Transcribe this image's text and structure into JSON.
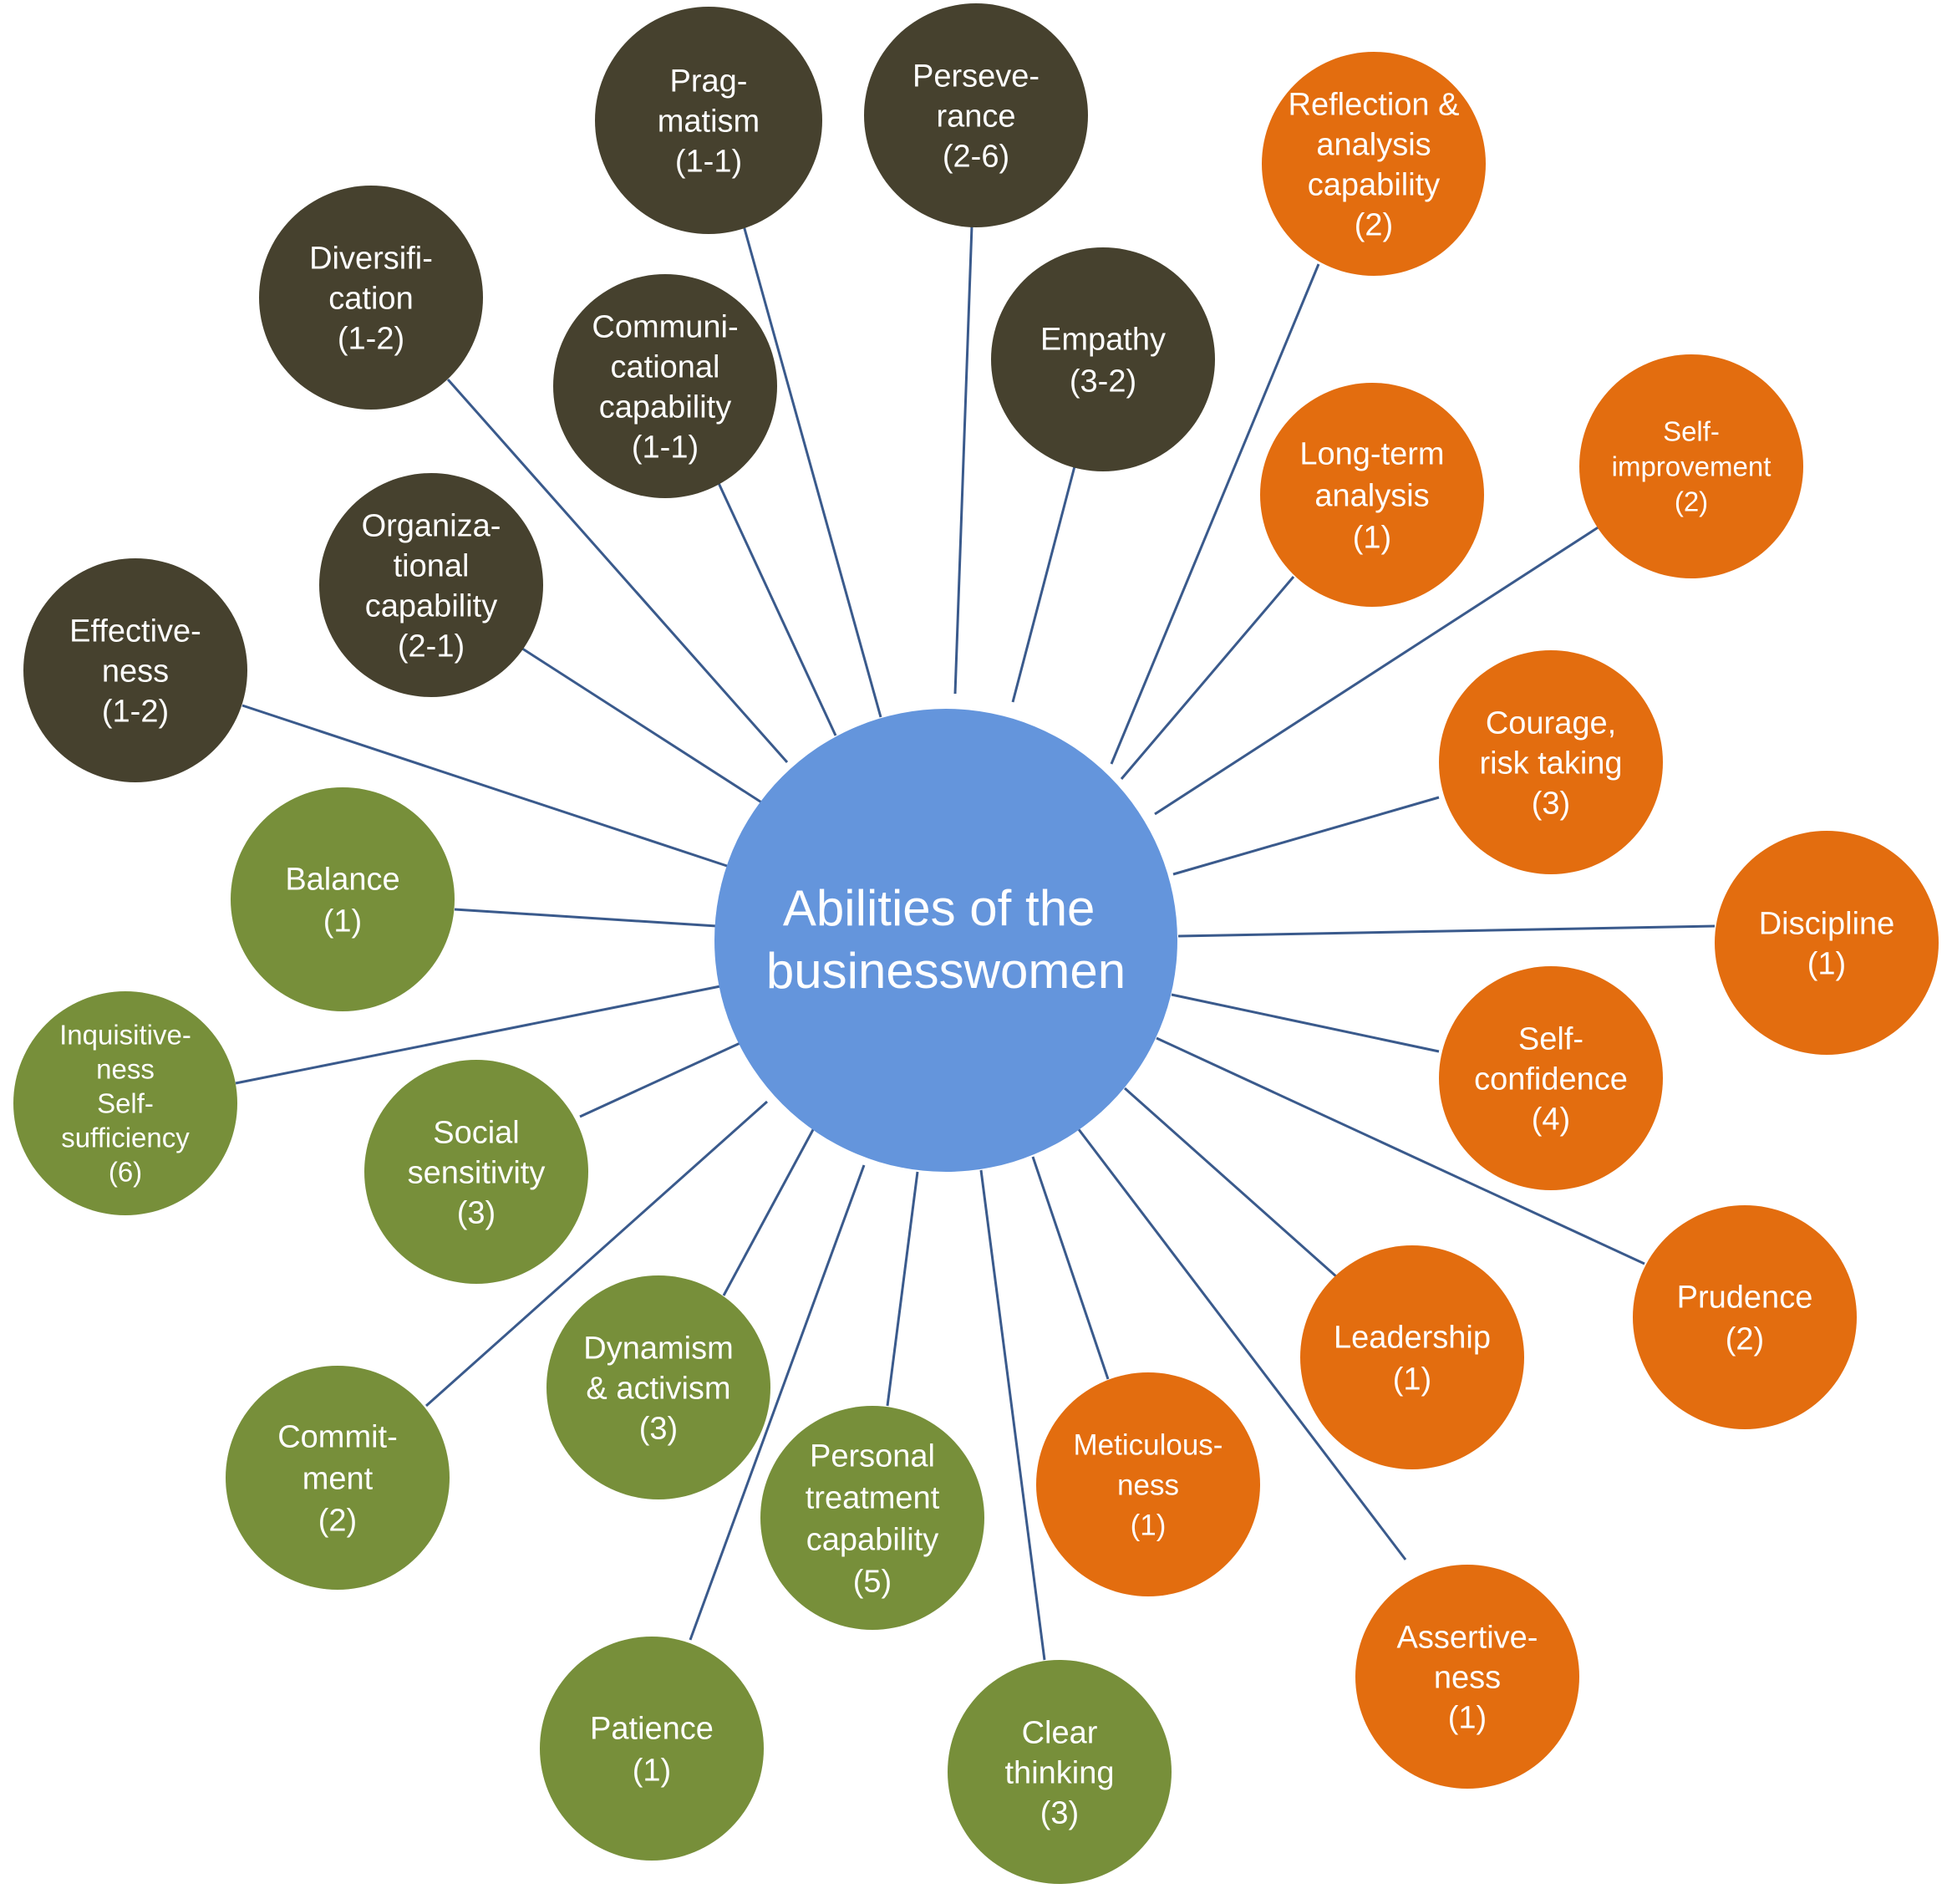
{
  "colors": {
    "center": "#6495dc",
    "dark": "#46412e",
    "orange": "#e36d0f",
    "green": "#778f3a",
    "line": "#3a5a8c"
  },
  "center": {
    "lines": [
      "Abilities of the",
      "businesswomen"
    ]
  },
  "nodes": [
    {
      "id": "pragmatism",
      "group": "dark",
      "lines": [
        "Prag-",
        "matism",
        "(1-1)"
      ]
    },
    {
      "id": "perseverance",
      "group": "dark",
      "lines": [
        "Perseve-",
        "rance",
        "(2-6)"
      ]
    },
    {
      "id": "diversification",
      "group": "dark",
      "lines": [
        "Diversifi-",
        "cation",
        "(1-2)"
      ]
    },
    {
      "id": "communicational-capability",
      "group": "dark",
      "lines": [
        "Communi-",
        "cational",
        "capability",
        "(1-1)"
      ]
    },
    {
      "id": "empathy",
      "group": "dark",
      "lines": [
        "Empathy",
        "(3-2)"
      ]
    },
    {
      "id": "organizational-capability",
      "group": "dark",
      "lines": [
        "Organiza-",
        "tional",
        "capability",
        "(2-1)"
      ]
    },
    {
      "id": "effectiveness",
      "group": "dark",
      "lines": [
        "Effective-",
        "ness",
        "(1-2)"
      ]
    },
    {
      "id": "reflection-analysis",
      "group": "orange",
      "lines": [
        "Reflection &",
        "analysis",
        "capability",
        "(2)"
      ]
    },
    {
      "id": "long-term-analysis",
      "group": "orange",
      "lines": [
        "Long-term",
        "analysis",
        "(1)"
      ]
    },
    {
      "id": "self-improvement",
      "group": "orange",
      "lines": [
        "Self-",
        "improvement",
        "(2)"
      ]
    },
    {
      "id": "courage-risk-taking",
      "group": "orange",
      "lines": [
        "Courage,",
        "risk taking",
        "(3)"
      ]
    },
    {
      "id": "discipline",
      "group": "orange",
      "lines": [
        "Discipline",
        "(1)"
      ]
    },
    {
      "id": "self-confidence",
      "group": "orange",
      "lines": [
        "Self-",
        "confidence",
        "(4)"
      ]
    },
    {
      "id": "prudence",
      "group": "orange",
      "lines": [
        "Prudence",
        "(2)"
      ]
    },
    {
      "id": "leadership",
      "group": "orange",
      "lines": [
        "Leadership",
        "(1)"
      ]
    },
    {
      "id": "meticulousness",
      "group": "orange",
      "lines": [
        "Meticulous-",
        "ness",
        "(1)"
      ]
    },
    {
      "id": "assertiveness",
      "group": "orange",
      "lines": [
        "Assertive-",
        "ness",
        "(1)"
      ]
    },
    {
      "id": "balance",
      "group": "green",
      "lines": [
        "Balance",
        "(1)"
      ]
    },
    {
      "id": "inquisitiveness-self-sufficiency",
      "group": "green",
      "lines": [
        "Inquisitive-",
        "ness",
        "Self-",
        "sufficiency",
        "(6)"
      ]
    },
    {
      "id": "social-sensitivity",
      "group": "green",
      "lines": [
        "Social",
        "sensitivity",
        "(3)"
      ]
    },
    {
      "id": "dynamism-activism",
      "group": "green",
      "lines": [
        "Dynamism",
        "& activism",
        "(3)"
      ]
    },
    {
      "id": "commitment",
      "group": "green",
      "lines": [
        "Commit-",
        "ment",
        "(2)"
      ]
    },
    {
      "id": "personal-treatment-capability",
      "group": "green",
      "lines": [
        "Personal",
        "treatment",
        "capability",
        "(5)"
      ]
    },
    {
      "id": "patience",
      "group": "green",
      "lines": [
        "Patience",
        "(1)"
      ]
    },
    {
      "id": "clear-thinking",
      "group": "green",
      "lines": [
        "Clear",
        "thinking",
        "(3)"
      ]
    }
  ]
}
